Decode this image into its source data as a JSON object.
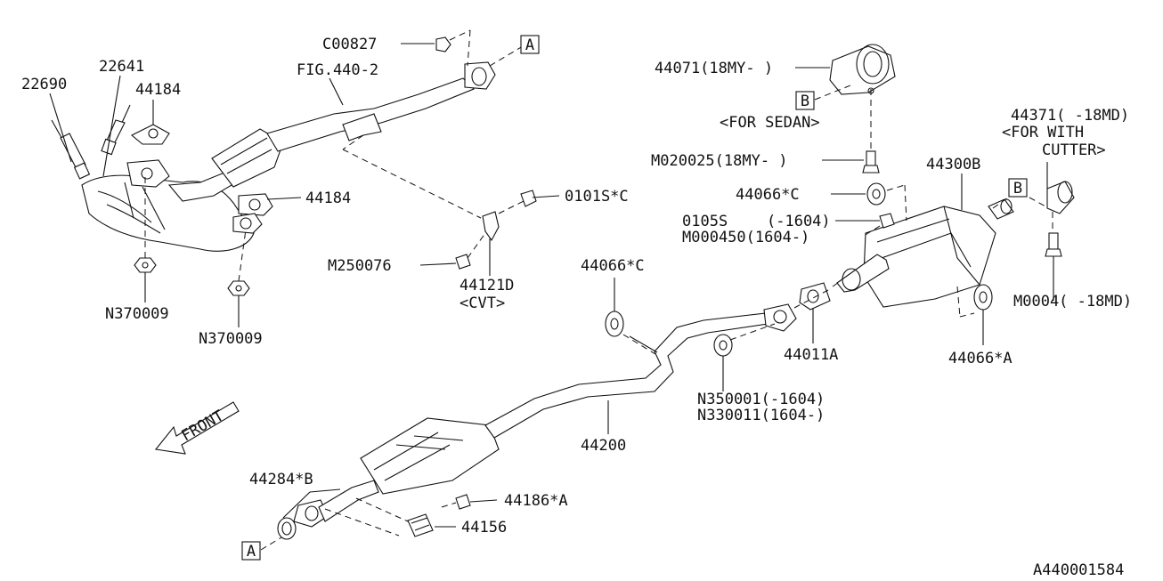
{
  "diagram": {
    "labels": {
      "p22690": "22690",
      "p22641": "22641",
      "p44184_top": "44184",
      "fig4402": "FIG.440-2",
      "c00827": "C00827",
      "p44184_mid": "44184",
      "n370009_a": "N370009",
      "n370009_b": "N370009",
      "p0101s": "0101S*C",
      "m250076": "M250076",
      "p44121d": "44121D",
      "cvt": "<CVT>",
      "p44071": "44071(18MY- )",
      "for_sedan": "<FOR SEDAN>",
      "m020025": "M020025(18MY- )",
      "p44371": "44371( -18MD)",
      "for_with": "<FOR WITH",
      "cutter": "CUTTER>",
      "p44300b": "44300B",
      "p44066c_top": "44066*C",
      "p0105s": "0105S",
      "p0105s_range": "(-1604)",
      "m000450": "M000450(1604-)",
      "m0004": "M0004( -18MD)",
      "p44066c_mid": "44066*C",
      "p44011a": "44011A",
      "p44066a": "44066*A",
      "n350001": "N350001(-1604)",
      "n330011": "N330011(1604-)",
      "p44200": "44200",
      "p44284b": "44284*B",
      "p44186a": "44186*A",
      "p44156": "44156",
      "front": "FRONT",
      "ref_a_top": "A",
      "ref_a_bottom": "A",
      "ref_b_top": "B",
      "ref_b_right": "B",
      "catalog_code": "A440001584"
    }
  }
}
